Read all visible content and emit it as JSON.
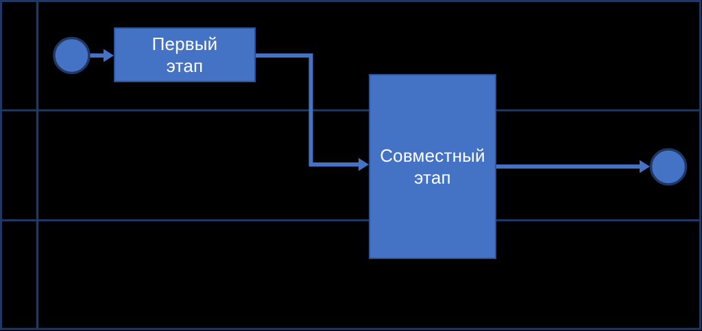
{
  "diagram": {
    "kind": "bpmn-swimlane-flowchart",
    "colors": {
      "canvas_bg": "#000000",
      "lane_line": "#1f3864",
      "node_fill": "#4472c4",
      "node_border": "#2f5496",
      "event_border": "#1f3864",
      "connector": "#4472c4",
      "label_text": "#ffffff"
    },
    "lanes": {
      "count": 3,
      "header_column_has_text": false
    },
    "nodes": {
      "start_event": {
        "shape": "circle",
        "label": ""
      },
      "task_first": {
        "shape": "rectangle",
        "label": "Первый этап",
        "label_line1": "Первый",
        "label_line2": "этап"
      },
      "task_joint": {
        "shape": "rectangle",
        "label": "Совместный этап",
        "label_line1": "Совместный",
        "label_line2": "этап"
      },
      "end_event": {
        "shape": "circle",
        "label": ""
      }
    },
    "flows": [
      {
        "from": "start_event",
        "to": "task_first"
      },
      {
        "from": "task_first",
        "to": "task_joint"
      },
      {
        "from": "task_joint",
        "to": "end_event"
      }
    ]
  }
}
